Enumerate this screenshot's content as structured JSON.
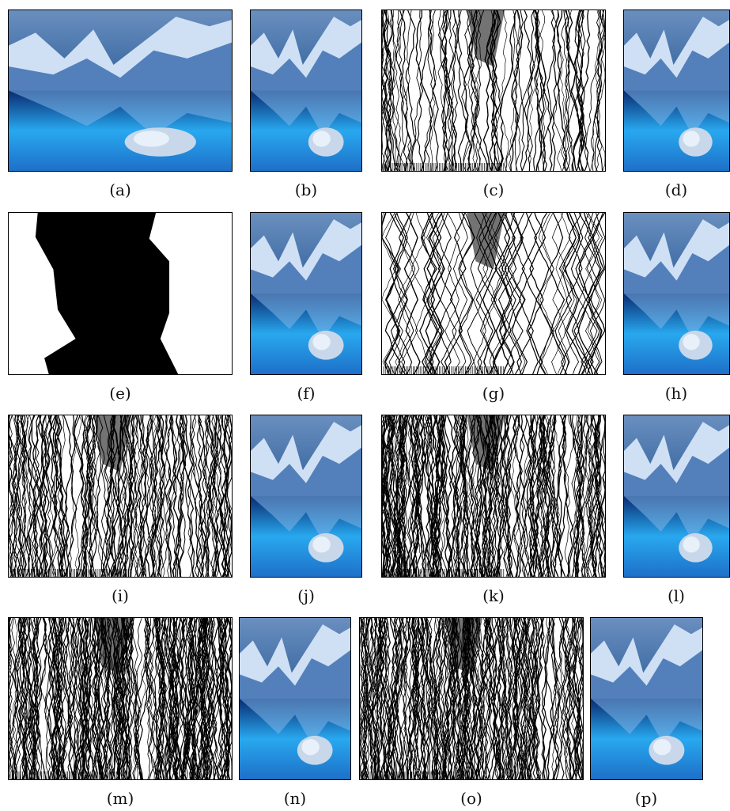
{
  "figure": {
    "captions": {
      "a": "(a)",
      "b": "(b)",
      "c": "(c)",
      "d": "(d)",
      "e": "(e)",
      "f": "(f)",
      "g": "(g)",
      "h": "(h)",
      "i": "(i)",
      "j": "(j)",
      "k": "(k)",
      "l": "(l)",
      "m": "(m)",
      "n": "(n)",
      "o": "(o)",
      "p": "(p)"
    },
    "panel_types": {
      "a": "photo",
      "b": "photo",
      "c": "seams",
      "d": "photo",
      "e": "region",
      "f": "photo",
      "g": "seams",
      "h": "photo",
      "i": "seams",
      "j": "photo",
      "k": "seams",
      "l": "photo",
      "m": "seams",
      "n": "photo",
      "o": "seams",
      "p": "photo"
    },
    "colors": {
      "sky": "#2f5f9a",
      "mountain": "#cfe0f5",
      "lake": "#28a8ef",
      "deep": "#0a2a70",
      "rock": "#c8d8ea",
      "ink": "#000000"
    }
  }
}
